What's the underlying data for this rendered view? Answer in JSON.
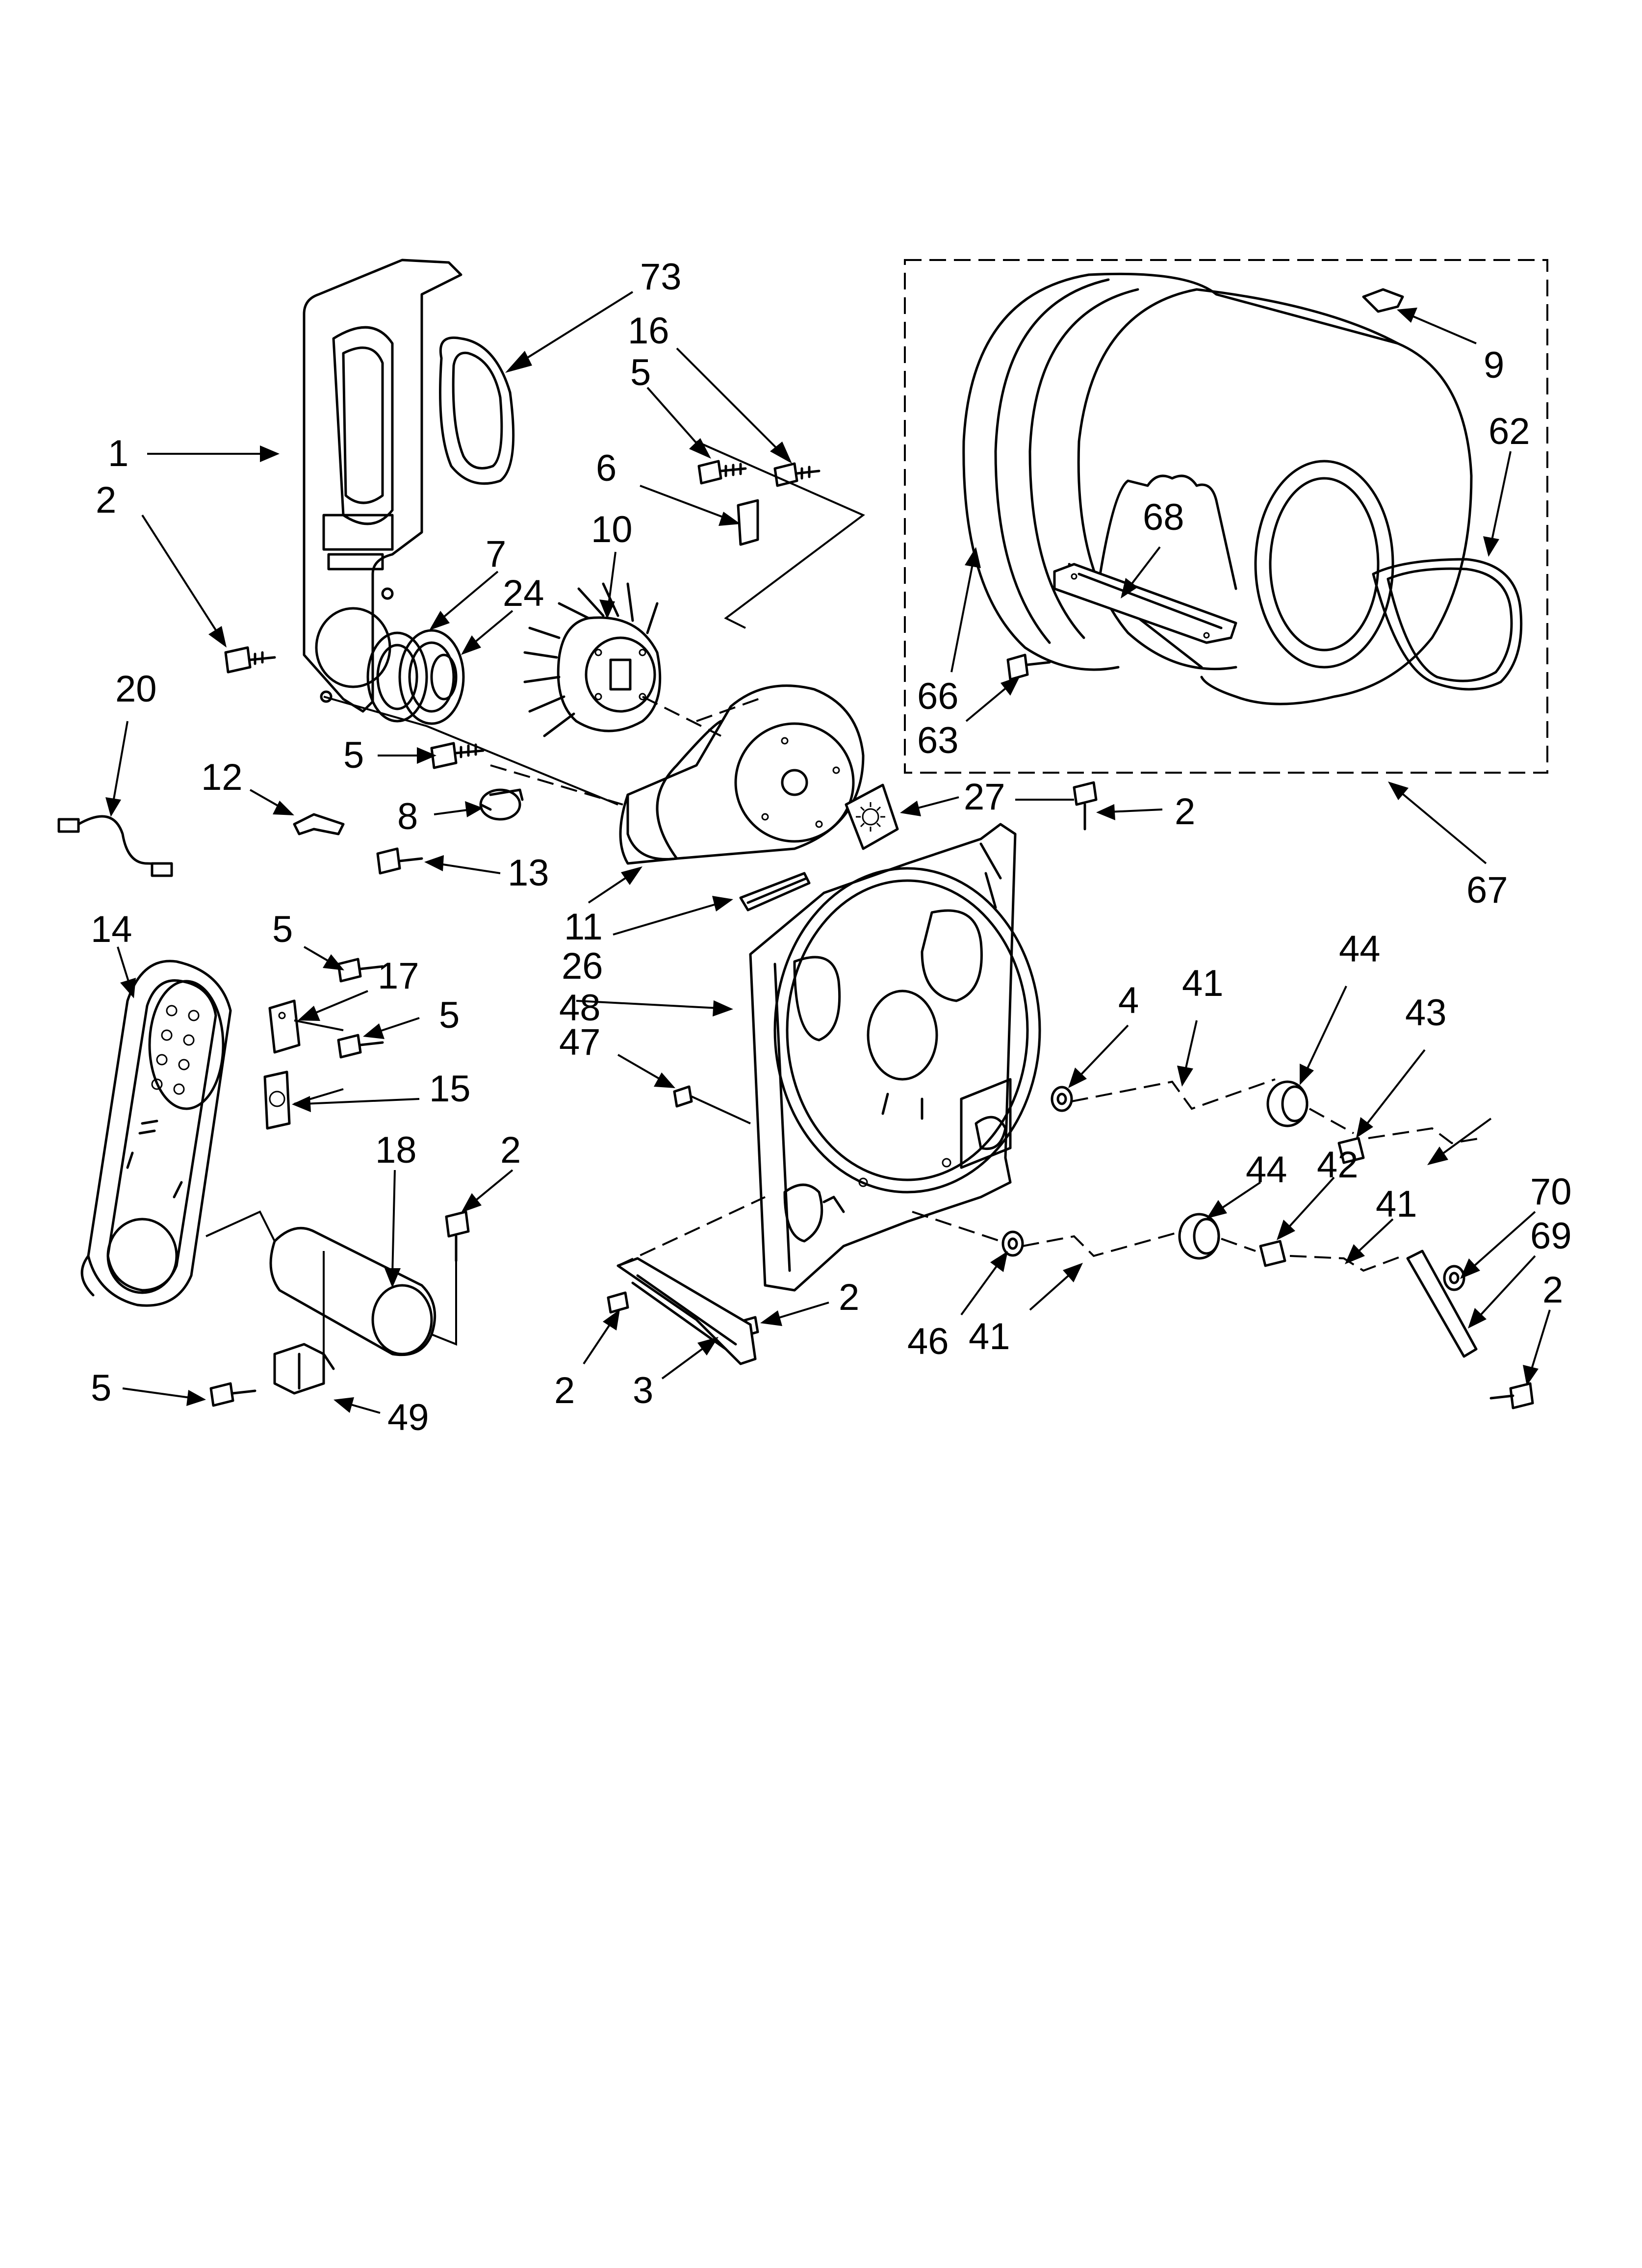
{
  "callouts": [
    {
      "id": "c73",
      "text": "73"
    },
    {
      "id": "c16",
      "text": "16"
    },
    {
      "id": "c5a",
      "text": "5"
    },
    {
      "id": "c1",
      "text": "1"
    },
    {
      "id": "c2a",
      "text": "2"
    },
    {
      "id": "c6",
      "text": "6"
    },
    {
      "id": "c10",
      "text": "10"
    },
    {
      "id": "c7",
      "text": "7"
    },
    {
      "id": "c24",
      "text": "24"
    },
    {
      "id": "c20",
      "text": "20"
    },
    {
      "id": "c5b",
      "text": "5"
    },
    {
      "id": "c12",
      "text": "12"
    },
    {
      "id": "c8",
      "text": "8"
    },
    {
      "id": "c13",
      "text": "13"
    },
    {
      "id": "c11",
      "text": "11"
    },
    {
      "id": "c27",
      "text": "27"
    },
    {
      "id": "c26",
      "text": "26"
    },
    {
      "id": "c2b",
      "text": "2"
    },
    {
      "id": "c9",
      "text": "9"
    },
    {
      "id": "c62",
      "text": "62"
    },
    {
      "id": "c68",
      "text": "68"
    },
    {
      "id": "c66",
      "text": "66"
    },
    {
      "id": "c63",
      "text": "63"
    },
    {
      "id": "c67",
      "text": "67"
    },
    {
      "id": "c14",
      "text": "14"
    },
    {
      "id": "c5c",
      "text": "5"
    },
    {
      "id": "c17",
      "text": "17"
    },
    {
      "id": "c5d",
      "text": "5"
    },
    {
      "id": "c15",
      "text": "15"
    },
    {
      "id": "c48",
      "text": "48"
    },
    {
      "id": "c47",
      "text": "47"
    },
    {
      "id": "c44a",
      "text": "44"
    },
    {
      "id": "c4",
      "text": "4"
    },
    {
      "id": "c41a",
      "text": "41"
    },
    {
      "id": "c43",
      "text": "43"
    },
    {
      "id": "c18",
      "text": "18"
    },
    {
      "id": "c2c",
      "text": "2"
    },
    {
      "id": "c44b",
      "text": "44"
    },
    {
      "id": "c42",
      "text": "42"
    },
    {
      "id": "c41b",
      "text": "41"
    },
    {
      "id": "c70",
      "text": "70"
    },
    {
      "id": "c69",
      "text": "69"
    },
    {
      "id": "c2d",
      "text": "2"
    },
    {
      "id": "c2e",
      "text": "2"
    },
    {
      "id": "c46",
      "text": "46"
    },
    {
      "id": "c41c",
      "text": "41"
    },
    {
      "id": "c2f",
      "text": "2"
    },
    {
      "id": "c3",
      "text": "3"
    },
    {
      "id": "c5e",
      "text": "5"
    },
    {
      "id": "c49",
      "text": "49"
    }
  ]
}
